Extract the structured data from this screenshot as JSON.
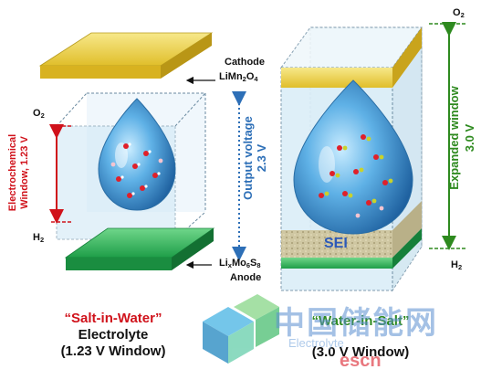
{
  "left_cell": {
    "cathode_label": "Cathode",
    "cathode_formula": [
      "LiMn",
      "2",
      "O",
      "4"
    ],
    "anode_formula": [
      "Li",
      "x",
      "Mo",
      "6",
      "S",
      "8"
    ],
    "anode_label": "Anode",
    "o2_label": [
      "O",
      "2"
    ],
    "h2_label": [
      "H",
      "2"
    ],
    "window_label_line1": "Electrochemical",
    "window_label_line2": "Window, 1.23 V",
    "output_voltage_label": "Output voltage",
    "output_voltage_value": "2.3 V"
  },
  "right_cell": {
    "sei_label": "SEI",
    "o2_label": [
      "O",
      "2"
    ],
    "h2_label": [
      "H",
      "2"
    ],
    "expanded_window_label": "Expanded window",
    "expanded_window_value": "3.0 V"
  },
  "captions": {
    "left_line1": "“Salt-in-Water”",
    "left_line2": "Electrolyte",
    "left_line3": "(1.23 V Window)",
    "right_line1": "“Water-in-Salt”",
    "right_line2": "(3.0 V Window)"
  },
  "watermark": {
    "title": "中国储能网",
    "subtitle": "Electrolyte",
    "url": "escn"
  },
  "colors": {
    "cathode": "#e0be2a",
    "anode": "#1e9e48",
    "window_red": "#d0121b",
    "voltage_blue": "#2d6fb7",
    "expanded_green": "#2e8a1f"
  }
}
